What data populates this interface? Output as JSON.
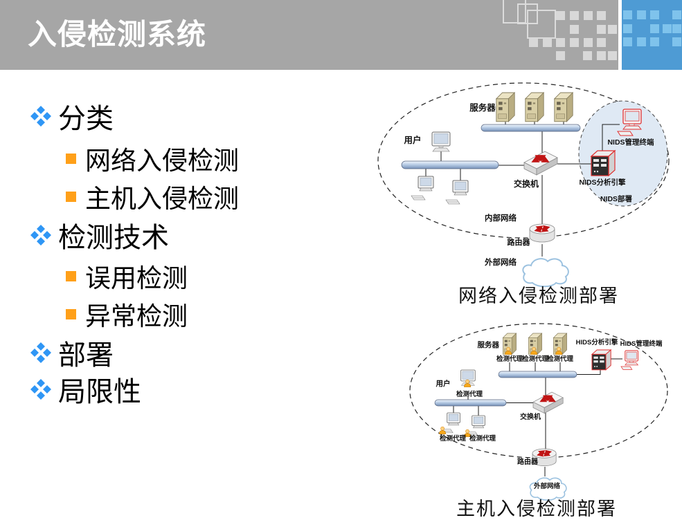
{
  "slide": {
    "title": "入侵检测系统",
    "bullets": [
      {
        "level": 1,
        "label": "分类"
      },
      {
        "level": 2,
        "label": "网络入侵检测"
      },
      {
        "level": 2,
        "label": "主机入侵检测"
      },
      {
        "level": 1,
        "label": "检测技术"
      },
      {
        "level": 2,
        "label": "误用检测"
      },
      {
        "level": 2,
        "label": "异常检测"
      },
      {
        "level": 1,
        "label": "部署"
      },
      {
        "level": 1,
        "label": "局限性"
      }
    ]
  },
  "network_diagram": {
    "caption": "网络入侵检测部署",
    "labels": {
      "servers": "服务器",
      "users": "用户",
      "switch": "交换机",
      "management_terminal": "NIDS管理终端",
      "analysis_engine": "NIDS分析引擎",
      "nids_deployment": "NIDS部署",
      "internal_network": "内部网络",
      "router": "路由器",
      "external_network": "外部网络"
    }
  },
  "host_diagram": {
    "caption": "主机入侵检测部署",
    "labels": {
      "servers": "服务器",
      "users": "用户",
      "switch": "交换机",
      "analysis_engine": "HIDS分析引擎",
      "management_terminal": "HIDS管理终端",
      "detection_agent": "检测代理",
      "router": "路由器",
      "external_network": "外部网络"
    }
  },
  "colors": {
    "header_bg": "#a6a6a6",
    "accent_block_blue": "#4e9bd4",
    "accent_block_square": "#7fc3ec",
    "bullet_diamond_blue": "#2f96f5",
    "bullet_square_orange": "#ffa019",
    "network_bar_blue": "#b9cde6",
    "nids_zone_fill": "#dfe9f4",
    "highlight_red": "#e03030",
    "server_tan": "#d9cfa6"
  }
}
